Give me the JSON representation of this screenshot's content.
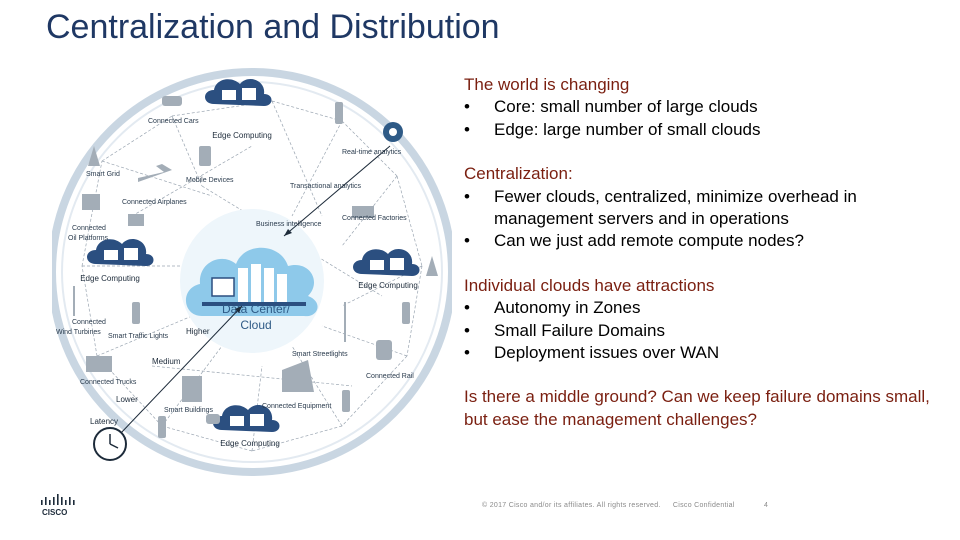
{
  "slide": {
    "title": "Centralization and Distribution"
  },
  "diagram": {
    "center_label_line1": "Data Center/",
    "center_label_line2": "Cloud",
    "edge_computing": "Edge Computing",
    "labels": {
      "connected_cars": "Connected Cars",
      "realtime_analytics": "Real-time analytics",
      "smart_grid": "Smart Grid",
      "mobile_devices": "Mobile Devices",
      "transactional_analytics": "Transactional analytics",
      "connected_airplanes": "Connected Airplanes",
      "connected_factories": "Connected Factories",
      "business_intelligence": "Business intelligence",
      "connected_oil_line1": "Connected",
      "connected_oil_line2": "Oil Platforms",
      "connected_wind_line1": "Connected",
      "connected_wind_line2": "Wind Turbines",
      "smart_traffic_lights": "Smart Traffic Lights",
      "higher": "Higher",
      "medium": "Medium",
      "smart_streetlights": "Smart Streetlights",
      "connected_trucks": "Connected Trucks",
      "connected_rail": "Connected Rail",
      "lower": "Lower",
      "smart_buildings": "Smart Buildings",
      "connected_equipment": "Connected Equipment",
      "latency": "Latency"
    }
  },
  "content": {
    "sections": [
      {
        "heading": "The world is changing",
        "bullets": [
          "Core: small number of large clouds",
          "Edge: large number of small clouds"
        ]
      },
      {
        "heading": "Centralization:",
        "bullets": [
          "Fewer clouds, centralized, minimize overhead in management servers and in operations",
          "Can we just add remote compute nodes?"
        ]
      },
      {
        "heading": "Individual clouds have attractions",
        "bullets": [
          "Autonomy in Zones",
          "Small Failure Domains",
          "Deployment issues over WAN"
        ]
      }
    ],
    "closing": "Is there a middle ground?  Can we keep failure domains small, but ease the management challenges?",
    "bullet_symbol": "•"
  },
  "footer": {
    "copyright": "© 2017 Cisco and/or its affiliates. All rights reserved.",
    "confidential": "Cisco Confidential",
    "page_number": "4"
  },
  "colors": {
    "title": "#1f3864",
    "heading": "#7a1f10",
    "cloud_dark": "#2b4f80",
    "cloud_light": "#8ec9ea",
    "ring": "#d6e2ec"
  }
}
